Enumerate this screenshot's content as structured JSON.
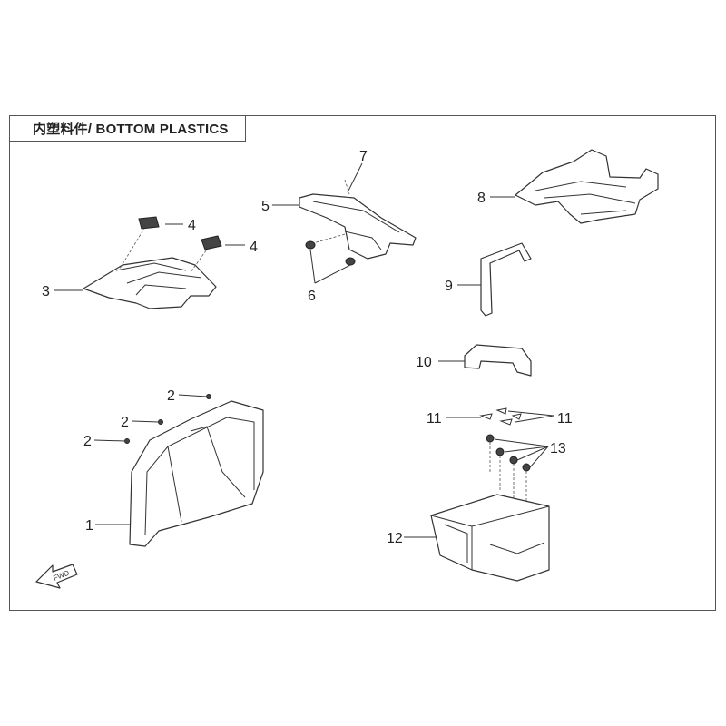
{
  "title": "内塑料件/ BOTTOM PLASTICS",
  "fwd_label": "FWD",
  "callouts": {
    "c1": "1",
    "c2a": "2",
    "c2b": "2",
    "c2c": "2",
    "c3": "3",
    "c4a": "4",
    "c4b": "4",
    "c5": "5",
    "c6": "6",
    "c7": "7",
    "c8": "8",
    "c9": "9",
    "c10": "10",
    "c11a": "11",
    "c11b": "11",
    "c12": "12",
    "c13": "13"
  }
}
